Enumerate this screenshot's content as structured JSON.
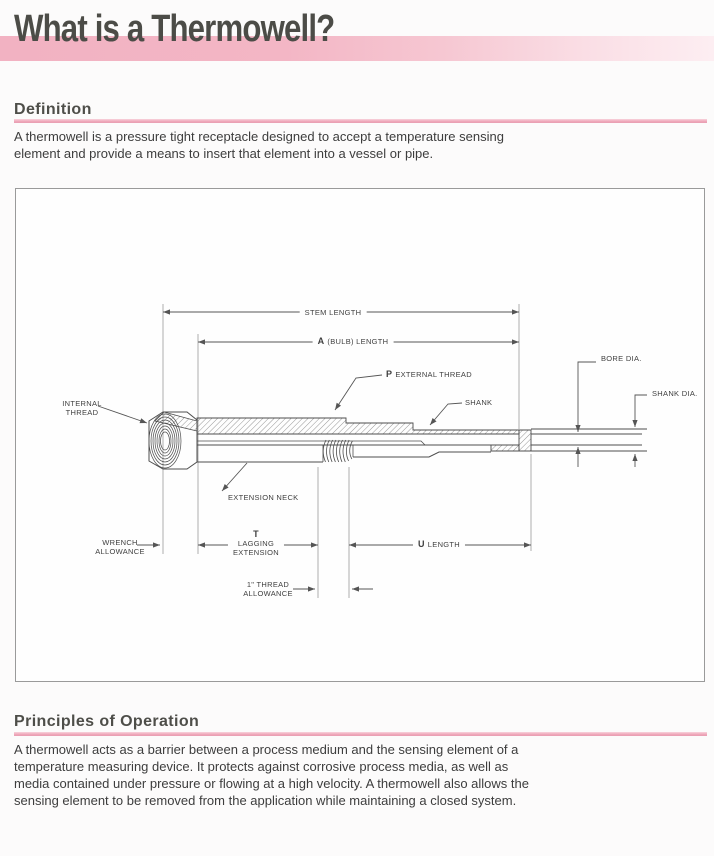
{
  "page": {
    "title": "What is a Thermowell?"
  },
  "definition": {
    "heading": "Definition",
    "body": "A thermowell is a pressure tight receptacle designed to accept a temperature sensing element and provide a means to insert that element into a vessel or pipe."
  },
  "principles": {
    "heading": "Principles of Operation",
    "body": "A thermowell acts as a barrier between a process medium and the sensing element of a temperature measuring device. It protects against corrosive process media, as well as media contained under pressure or flowing at a high velocity. A thermowell also allows the sensing element to be removed from the application while maintaining a closed system."
  },
  "diagram": {
    "labels": {
      "stem_length": "STEM LENGTH",
      "bulb_prefix": "A",
      "bulb_rest": "(BULB) LENGTH",
      "p_prefix": "P",
      "p_rest": "EXTERNAL THREAD",
      "shank": "SHANK",
      "bore_dia": "BORE DIA.",
      "shank_dia": "SHANK DIA.",
      "internal_thread_l1": "INTERNAL",
      "internal_thread_l2": "THREAD",
      "extension_neck": "EXTENSION NECK",
      "wrench_l1": "WRENCH",
      "wrench_l2": "ALLOWANCE",
      "lagging_l1": "T",
      "lagging_l2": "LAGGING",
      "lagging_l3": "EXTENSION",
      "u_prefix": "U",
      "u_rest": "LENGTH",
      "thread_allowance_l1": "1\" THREAD",
      "thread_allowance_l2": "ALLOWANCE"
    }
  },
  "colors": {
    "band_pink": "#f4b7c6",
    "rule_pink": "#f0a9bb",
    "title_text": "#4c4c47",
    "heading_text": "#4e4e49",
    "body_text": "#3d3d3d",
    "line_color": "#4d4d4d",
    "box_border": "#9a9a9a"
  }
}
